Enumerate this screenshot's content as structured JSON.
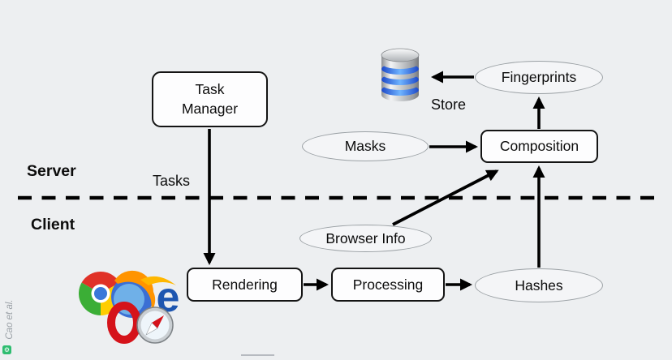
{
  "regions": {
    "server": "Server",
    "client": "Client"
  },
  "nodes": {
    "task_manager": {
      "label": "Task Manager",
      "shape": "rounded-rect"
    },
    "rendering": {
      "label": "Rendering",
      "shape": "rounded-rect"
    },
    "processing": {
      "label": "Processing",
      "shape": "rounded-rect"
    },
    "composition": {
      "label": "Composition",
      "shape": "rounded-rect"
    },
    "masks": {
      "label": "Masks",
      "shape": "ellipse"
    },
    "browser_info": {
      "label": "Browser Info",
      "shape": "ellipse"
    },
    "hashes": {
      "label": "Hashes",
      "shape": "ellipse"
    },
    "fingerprints": {
      "label": "Fingerprints",
      "shape": "ellipse"
    }
  },
  "edge_labels": {
    "tasks": "Tasks",
    "store": "Store"
  },
  "edges": [
    "task_manager->rendering",
    "rendering->processing",
    "processing->hashes",
    "hashes->composition",
    "browser_info->composition",
    "masks->composition",
    "composition->fingerprints",
    "fingerprints->database"
  ],
  "icons": {
    "database": "database-icon",
    "browsers": [
      "chrome",
      "firefox",
      "internet-explorer",
      "opera",
      "safari"
    ],
    "ie_glyph": "e",
    "badge_glyph": "⚙"
  },
  "attribution": "Cao et al.",
  "colors": {
    "background": "#edeff1",
    "box_border": "#141414",
    "ellipse_border": "#9aa0a4",
    "arrow": "#000000",
    "db_blue": "#2f7df6",
    "chrome_red": "#e03127",
    "chrome_green": "#3bae36",
    "chrome_yellow": "#ffcd00",
    "chrome_blue": "#3a77d9",
    "firefox_orange": "#ff9400",
    "ie_blue": "#1e56b0",
    "opera_red": "#d5131a",
    "badge_green": "#2ebd70"
  }
}
